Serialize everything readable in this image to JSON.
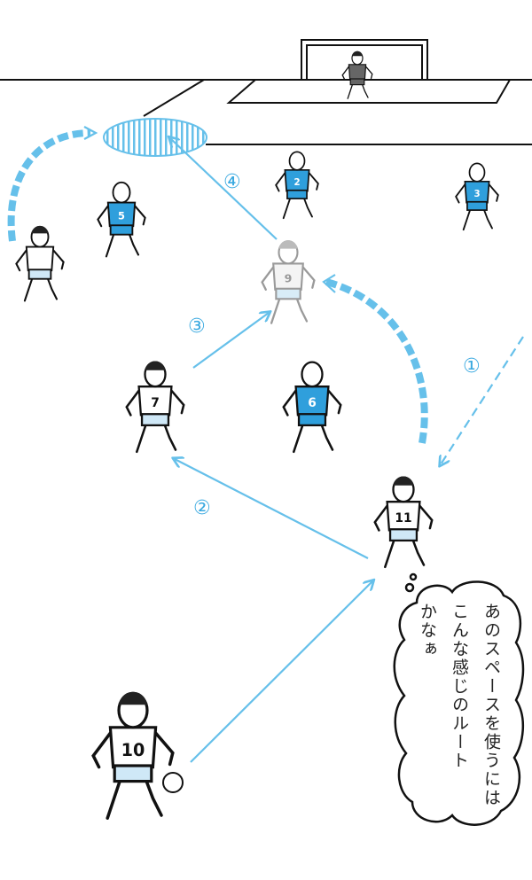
{
  "title": "Soccer tactics illustration: using the open space",
  "colors": {
    "opponent_kit": "#2f9fdc",
    "route_arrow": "#66c0ea",
    "line": "#111111",
    "ghost": "#9a9a9a"
  },
  "route_labels": [
    "①",
    "②",
    "③",
    "④"
  ],
  "players": {
    "attacker_10": "10",
    "attacker_7": "7",
    "attacker_11": "11",
    "ghost_9": "9",
    "defender_6": "6",
    "defender_5": "5",
    "defender_2": "2",
    "defender_3": "3"
  },
  "thought_bubble": {
    "lines": [
      "あのスペースを使うには",
      "こんな感じのルート",
      "かなぁ"
    ]
  }
}
